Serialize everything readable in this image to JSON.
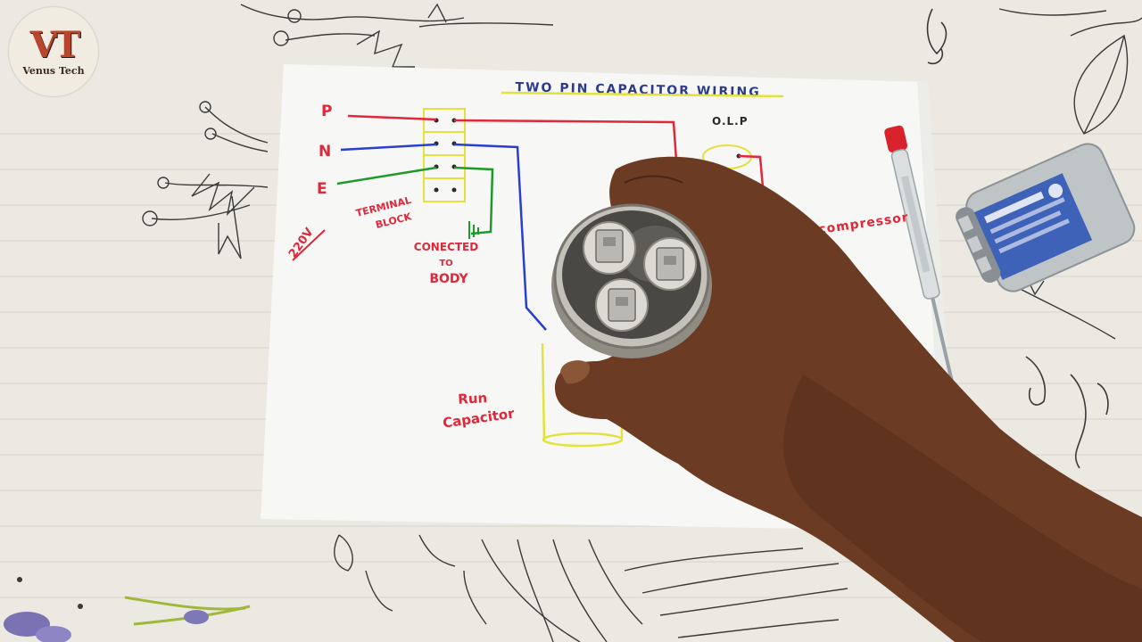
{
  "logo": {
    "mark": "VT",
    "name": "Venus Tech"
  },
  "diagram": {
    "title": "TWO PIN CAPACITOR WIRING",
    "line_labels": {
      "p": "P",
      "n": "N",
      "e": "E"
    },
    "voltage": "220V",
    "terminal_block": [
      "TERMINAL",
      "BLOCK"
    ],
    "body_note": [
      "CONECTED",
      "TO",
      "BODY"
    ],
    "olp": "O.L.P",
    "compressor": "compressor",
    "run_capacitor": [
      "Run",
      "Capacitor"
    ]
  },
  "colors": {
    "phase_wire": "#e0283a",
    "neutral_wire": "#2a3fd0",
    "earth_wire": "#1e9a2a",
    "outline_yellow": "#e3e23a",
    "label_red": "#e0283a",
    "title_blue": "#2c3a8c"
  }
}
